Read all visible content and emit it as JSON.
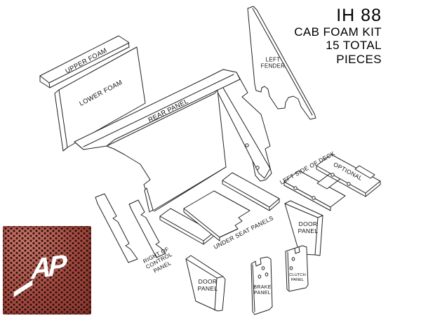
{
  "title": {
    "model": "IH 88",
    "kit": "CAB FOAM KIT",
    "count": "15 TOTAL",
    "pieces_word": "PIECES"
  },
  "labels": {
    "upper_foam": "UPPER FOAM",
    "lower_foam": "LOWER FOAM",
    "rear_panel": "REAR PANEL",
    "left_fender": "LEFT\nFENDER",
    "left_side_of_deck": "LEFT SIDE OF DECK",
    "optional": "OPTIONAL",
    "right_of_control_panel": "RIGHT OF\nCONTROL\nPANEL",
    "under_seat_panels": "UNDER SEAT PANELS",
    "door_panel_left": "DOOR\nPANEL",
    "door_panel_right": "DOOR\nPANEL",
    "brake_panel": "BRAKE\nPANEL",
    "clutch_panel": "CLUTCH\nPANEL"
  },
  "swatch": {
    "logo_text": "AP",
    "base_color": "#b7483d",
    "dot_color": "#2a1410"
  },
  "colors": {
    "line": "#222222",
    "background": "#ffffff",
    "text": "#111111"
  }
}
